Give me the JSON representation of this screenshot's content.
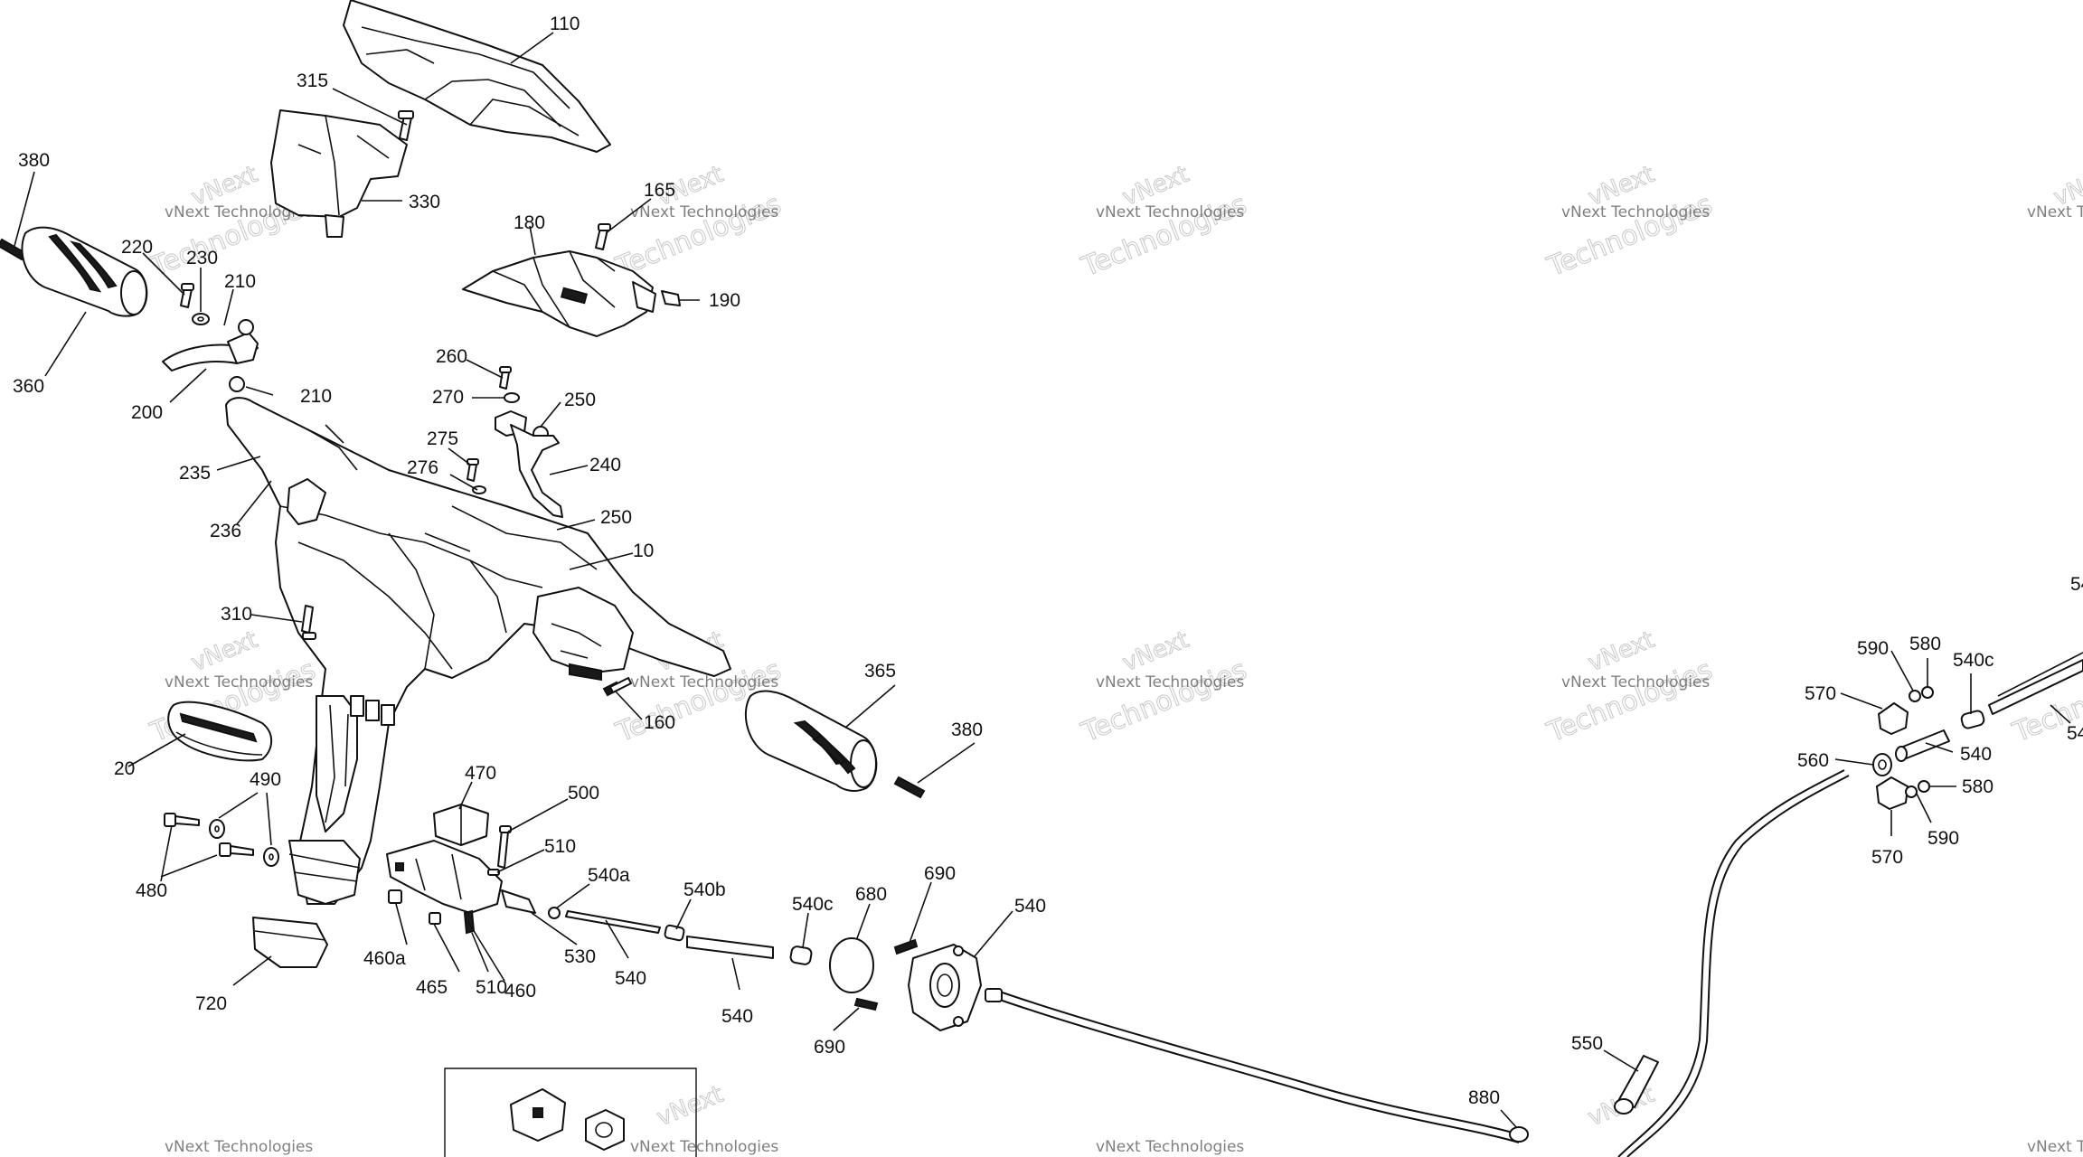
{
  "watermark": {
    "line1": "vNext",
    "line2": "vNext Technologies",
    "line3": "Technologies"
  },
  "callouts": {
    "c110": "110",
    "c315": "315",
    "c330": "330",
    "c380a": "380",
    "c360": "360",
    "c220": "220",
    "c230": "230",
    "c210a": "210",
    "c210b": "210",
    "c200": "200",
    "c165": "165",
    "c180": "180",
    "c190": "190",
    "c260": "260",
    "c270": "270",
    "c250a": "250",
    "c275": "275",
    "c276": "276",
    "c240": "240",
    "c250b": "250",
    "c235": "235",
    "c236": "236",
    "c10": "10",
    "c310": "310",
    "c160": "160",
    "c365": "365",
    "c380b": "380",
    "c20": "20",
    "c490": "490",
    "c480": "480",
    "c470": "470",
    "c500": "500",
    "c510a": "510",
    "c540a": "540a",
    "c540b": "540b",
    "c540c": "540c",
    "c680": "680",
    "c690a": "690",
    "c540d": "540",
    "c460a": "460a",
    "c460": "460",
    "c530": "530",
    "c540e": "540",
    "c540f": "540",
    "c465": "465",
    "c510b": "510",
    "c690b": "690",
    "c720": "720",
    "c880": "880",
    "c550": "550",
    "c590a": "590",
    "c580a": "580",
    "c540c2": "540c",
    "c570a": "570",
    "c540g": "540",
    "c560": "560",
    "c580b": "580",
    "c590b": "590",
    "c570b": "570",
    "c54a": "54",
    "c54b": "54"
  }
}
